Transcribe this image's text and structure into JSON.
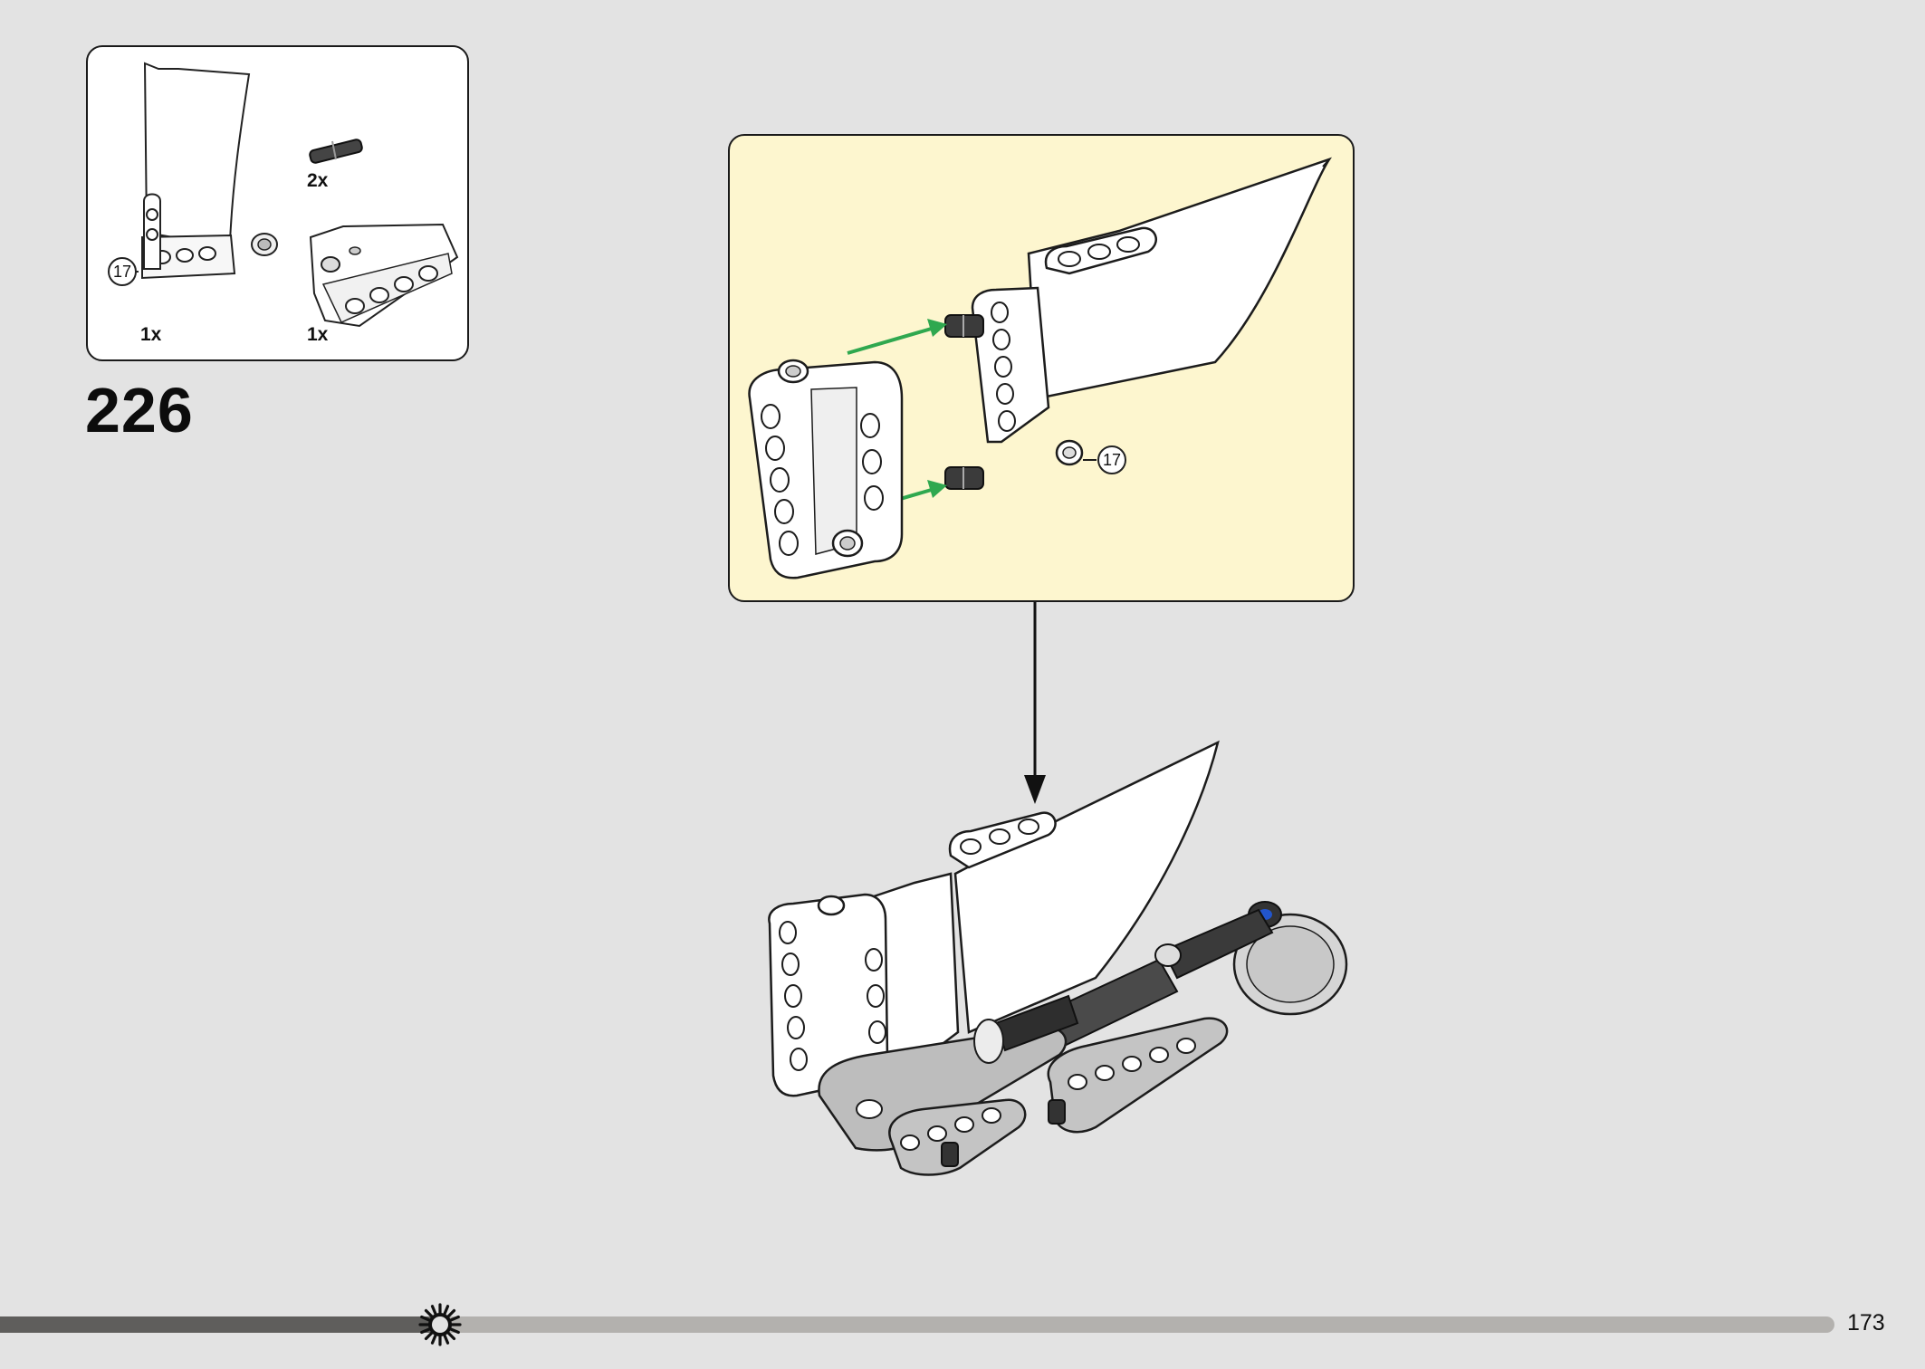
{
  "parts_list": {
    "items": [
      {
        "name": "connector-peg",
        "quantity": "2x",
        "callout": ""
      },
      {
        "name": "fairing-panel-assembly",
        "quantity": "1x",
        "callout": "17"
      },
      {
        "name": "curved-beam-block",
        "quantity": "1x",
        "callout": ""
      }
    ]
  },
  "step": {
    "number": "226"
  },
  "sub_assembly": {
    "callout": "17",
    "background_color": "#fdf6cf",
    "arrow_color": "#2fa84f"
  },
  "footer": {
    "page_number": "173",
    "progress": 0.24,
    "progress_icon": "gear-icon"
  }
}
